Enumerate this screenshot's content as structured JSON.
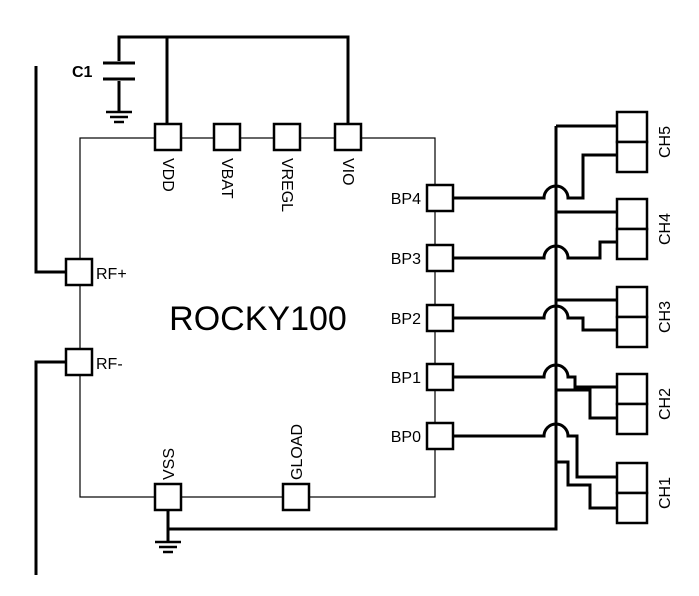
{
  "chip": {
    "name": "ROCKY100"
  },
  "capacitor": {
    "label": "C1"
  },
  "top_pins": [
    "VDD",
    "VBAT",
    "VREGL",
    "VIO"
  ],
  "left_pins": [
    "RF+",
    "RF-"
  ],
  "right_pins": [
    "BP4",
    "BP3",
    "BP2",
    "BP1",
    "BP0"
  ],
  "bottom_pins": [
    "VSS",
    "GLOAD"
  ],
  "channels": [
    "CH5",
    "CH4",
    "CH3",
    "CH2",
    "CH1"
  ]
}
